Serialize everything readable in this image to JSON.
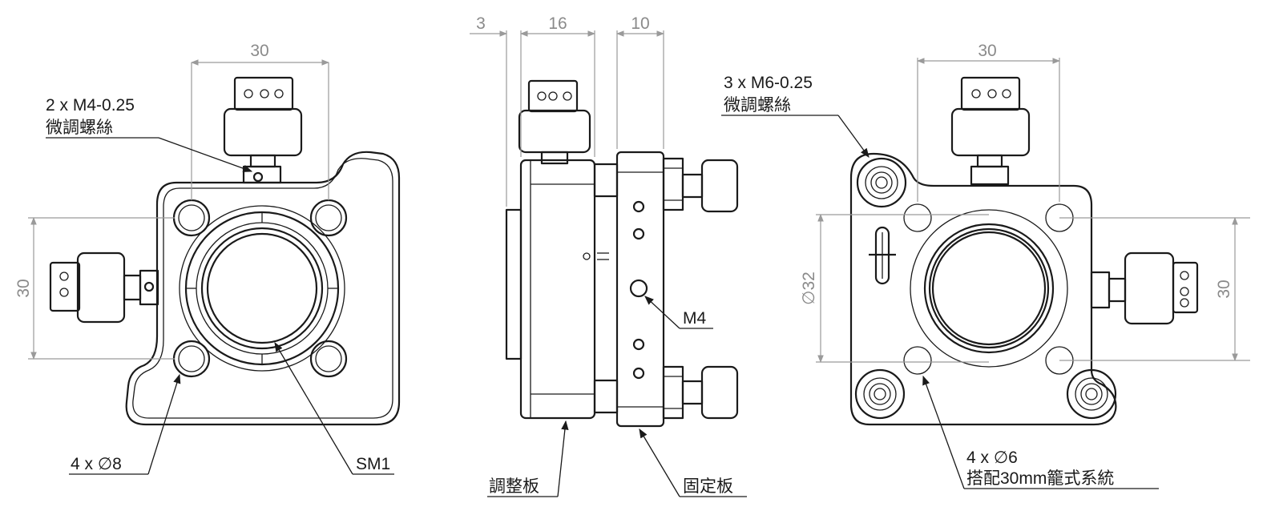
{
  "front_view": {
    "dim_top": "30",
    "dim_left": "30",
    "screw_label_line1": "2 x M4-0.25",
    "screw_label_line2": "微調螺絲",
    "hole_label": "4 x ∅8",
    "thread_label": "SM1"
  },
  "side_view": {
    "dim_a": "3",
    "dim_b": "16",
    "dim_c": "10",
    "hole_label": "M4",
    "plate_left_label": "調整板",
    "plate_right_label": "固定板"
  },
  "rear_view": {
    "dim_top": "30",
    "dim_right": "30",
    "dim_diameter": "∅32",
    "screw_label_line1": "3 x M6-0.25",
    "screw_label_line2": "微調螺絲",
    "hole_label_line1": "4 x ∅6",
    "hole_label_line2": "搭配30mm籠式系統"
  }
}
